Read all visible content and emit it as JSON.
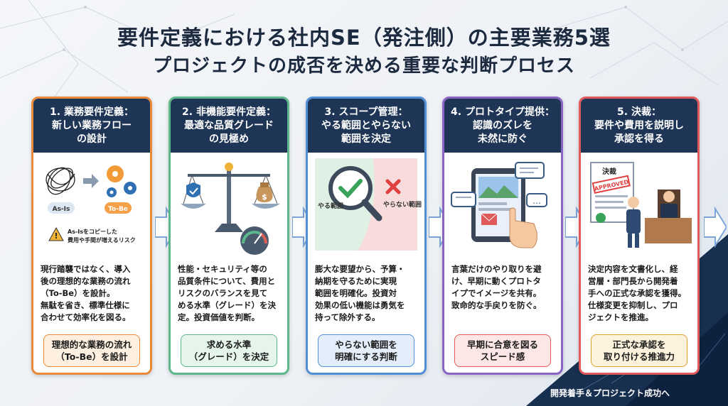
{
  "title": {
    "line1": "要件定義における社内SE（発注側）の主要業務5選",
    "line2": "プロジェクトの成否を決める重要な判断プロセス"
  },
  "cards": [
    {
      "head": [
        "1. 業務要件定義：",
        "新しい業務フロー",
        "の設計"
      ],
      "illus": {
        "label_asis": "As-Is",
        "label_tobe": "To-Be",
        "warn1": "As-Isをコピーした",
        "warn2": "費用や手間が増えるリスク"
      },
      "desc": [
        "現行踏襲ではなく、導入",
        "後の理想的な業務の流れ",
        "（To-Be）を設計。",
        "無駄を省き、標準仕様に",
        "合わせて効率化を図る。"
      ],
      "box": [
        "理想的な業務の流れ",
        "（To-Be）を設計"
      ],
      "color": "#e88a3a",
      "boxbg": "#fdf0e0"
    },
    {
      "head": [
        "2. 非機能要件定義：",
        "最適な品質グレード",
        "の見極め"
      ],
      "illus": {},
      "desc": [
        "性能・セキュリティ等の",
        "品質条件について、費用と",
        "リスクのバランスを見て",
        "める水準（グレード）を決",
        "定。投資価値を判断。"
      ],
      "box": [
        "求める水準",
        "（グレード）を決定"
      ],
      "color": "#5cb88a",
      "boxbg": "#e6f5ec"
    },
    {
      "head": [
        "3. スコープ管理：",
        "やる範囲とやらない",
        "範囲を決定"
      ],
      "illus": {
        "in": "やる範囲",
        "out": "やらない範囲"
      },
      "desc": [
        "膨大な要望から、予算・",
        "納期を守るために実現",
        "範囲を明確化。投資対",
        "効果の低い機能は勇気を",
        "持って除外する。"
      ],
      "box": [
        "やらない範囲を",
        "明確にする判断"
      ],
      "color": "#4f8fd6",
      "boxbg": "#e4eefb"
    },
    {
      "head": [
        "4. プロトタイプ提供：",
        "認識のズレを",
        "未然に防ぐ"
      ],
      "illus": {},
      "desc": [
        "言葉だけのやり取りを避",
        "け、早期に動くプロトタ",
        "イプでイメージを共有。",
        "致命的な手戻りを防ぐ。"
      ],
      "box": [
        "早期に合意を図る",
        "スピード感"
      ],
      "color": "#8a63c6",
      "boxbg": "#fde6e6"
    },
    {
      "head": [
        "5. 決裁：",
        "要件や費用を説明し",
        "承認を得る"
      ],
      "illus": {
        "doc": "決裁",
        "stamp": "APPROVED"
      },
      "desc": [
        "決定内容を文書化し、経",
        "営層・部門長から開発着",
        "手への正式な承認を獲得。",
        "仕様変更を抑制し、プロ",
        "ジェクトを推進。"
      ],
      "box": [
        "正式な承認を",
        "取り付ける推進力"
      ],
      "color": "#e05a5a",
      "boxbg": "#fdf3dc"
    }
  ],
  "footer": "開発着手＆プロジェクト成功へ"
}
